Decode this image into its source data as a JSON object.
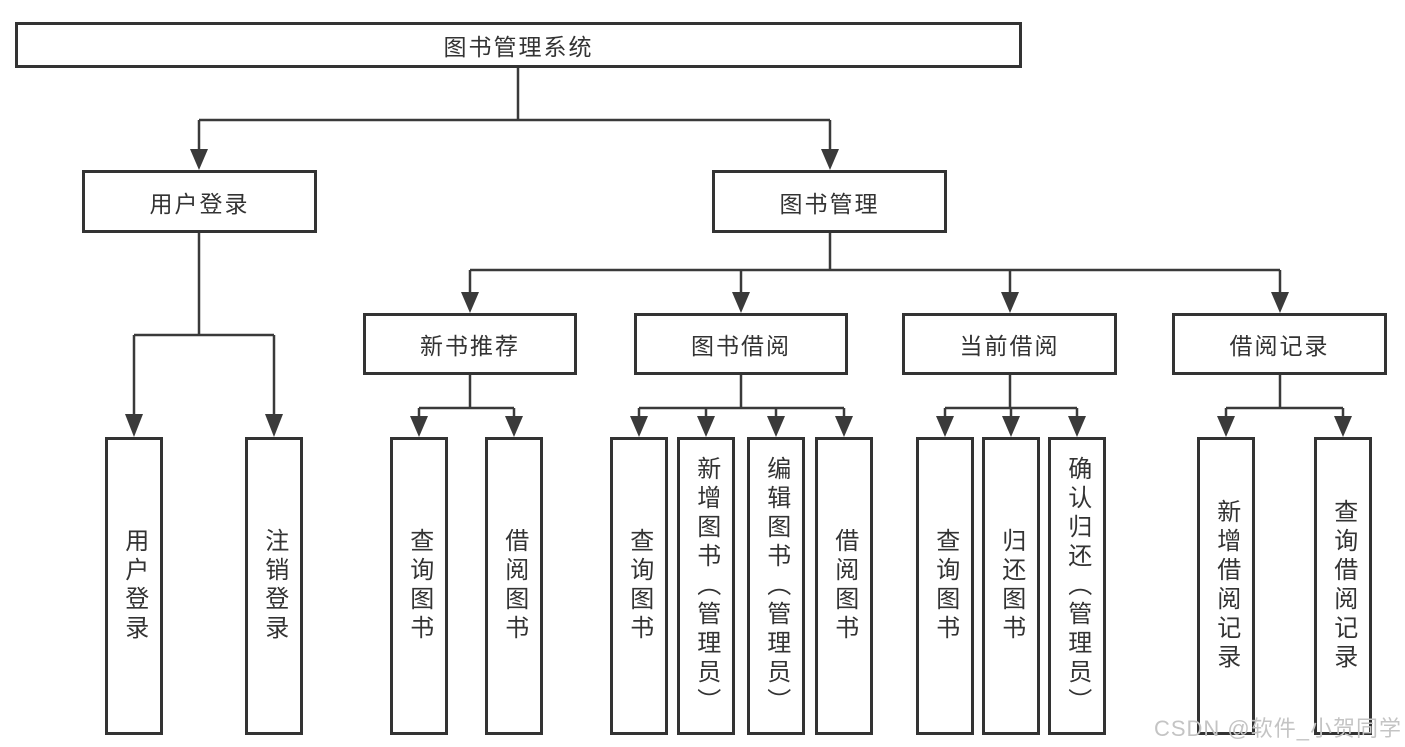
{
  "diagram": {
    "root": "图书管理系统",
    "level2": {
      "left": "用户登录",
      "right": "图书管理"
    },
    "level3": [
      "新书推荐",
      "图书借阅",
      "当前借阅",
      "借阅记录"
    ],
    "leaves": {
      "login": [
        "用户登录",
        "注销登录"
      ],
      "recommend": [
        "查询图书",
        "借阅图书"
      ],
      "borrow": [
        "查询图书",
        "新增图书（管理员）",
        "编辑图书（管理员）",
        "借阅图书"
      ],
      "current": [
        "查询图书",
        "归还图书",
        "确认归还（管理员）"
      ],
      "records": [
        "新增借阅记录",
        "查询借阅记录"
      ]
    }
  },
  "watermark": "CSDN @软件_小贺同学",
  "colors": {
    "line": "#3a3a3a",
    "border": "#333333",
    "text": "#333333",
    "background": "#ffffff",
    "watermark_color": "#c4c4c4"
  }
}
